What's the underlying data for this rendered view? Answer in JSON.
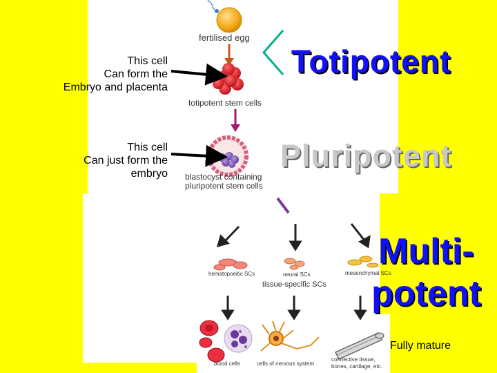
{
  "notes": {
    "totipotent_note": [
      "This cell",
      "Can form the",
      "Embryo and placenta"
    ],
    "pluripotent_note": [
      "This cell",
      "Can just form the",
      "embryo"
    ],
    "fully_mature": "Fully mature"
  },
  "stages": {
    "fertilised_egg": "fertilised egg",
    "totipotent_cells": "totipotent stem cells",
    "blastocyst_line1": "blastocyst containing",
    "blastocyst_line2": "pluripotent stem cells",
    "hematopoietic": "hematopoeitic SCs",
    "neural": "neural SCs",
    "mesenchymal": "mesenchymal SCs",
    "tissue_specific": "tissue-specific SCs",
    "blood_cells": "blood cells",
    "nervous_cells": "cells of nervous system",
    "connective_line1": "connective tissue,",
    "connective_line2": "bones, cartilage, etc."
  },
  "headings": {
    "totipotent": "Totipotent",
    "pluripotent": "Pluripotent",
    "multi": "Multi-",
    "potent": "potent"
  },
  "colors": {
    "background": "#ffff00",
    "totipotent_fill": "#1010ff",
    "pluripotent_fill": "#c8c8c8",
    "multipotent_fill": "#1010ff",
    "bracket": "#00b08a"
  }
}
